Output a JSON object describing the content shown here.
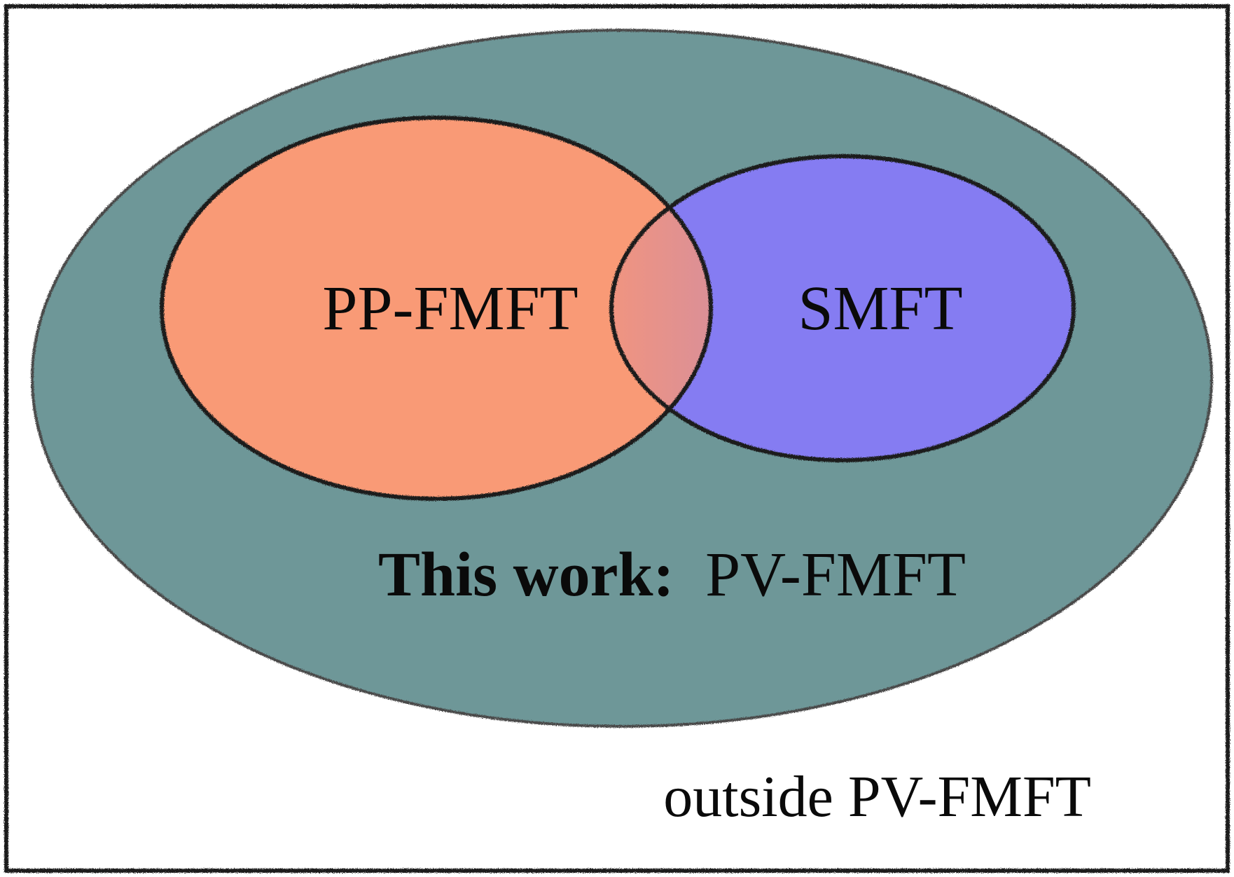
{
  "diagram": {
    "type": "venn",
    "universe_label": "outside PV-FMFT",
    "outer_set": {
      "label_prefix": "This work:",
      "label": "PV-FMFT",
      "color": "#6e9798"
    },
    "sets": [
      {
        "key": "pp",
        "label": "PP-FMFT",
        "color": "#f99a76"
      },
      {
        "key": "smft",
        "label": "SMFT",
        "color": "#857cf2"
      }
    ],
    "overlap": {
      "gradient_from": "#f09480",
      "gradient_to": "#8f80e8"
    },
    "outline_color": "#1a1a1a",
    "background": "#ffffff"
  }
}
